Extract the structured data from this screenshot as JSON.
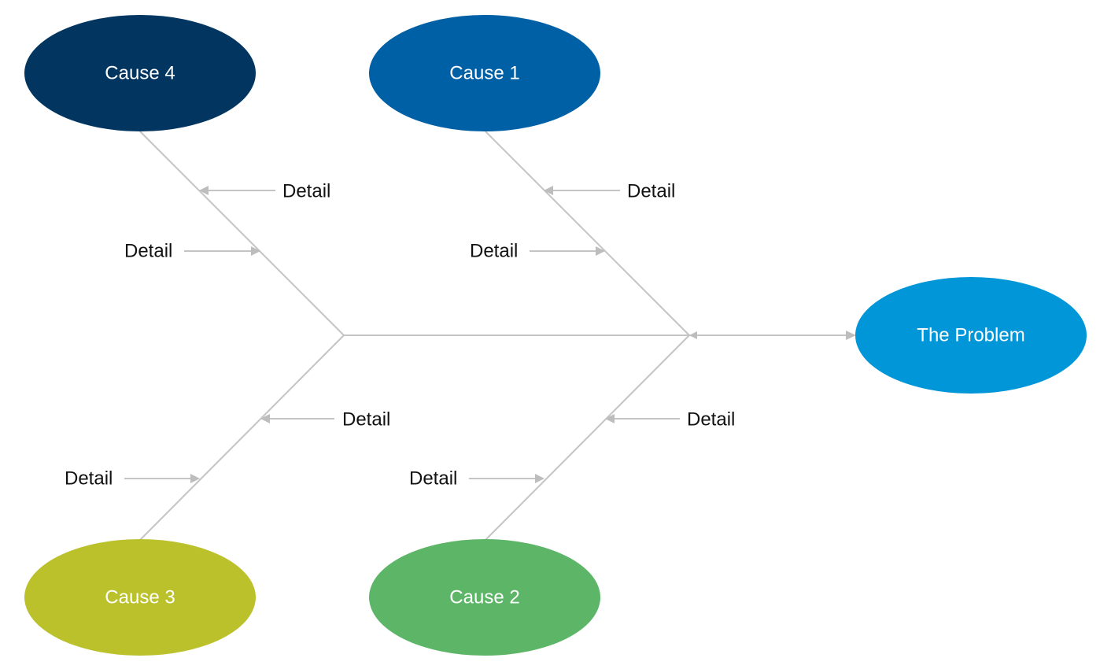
{
  "problem": {
    "label": "The Problem",
    "color": "#0096d8"
  },
  "causes": [
    {
      "label": "Cause 1",
      "color": "#0060a5"
    },
    {
      "label": "Cause 2",
      "color": "#5db667"
    },
    {
      "label": "Cause 3",
      "color": "#bbc12a"
    },
    {
      "label": "Cause 4",
      "color": "#023560"
    }
  ],
  "details": {
    "cause1_outer": "Detail",
    "cause1_inner": "Detail",
    "cause2_outer": "Detail",
    "cause2_inner": "Detail",
    "cause3_outer": "Detail",
    "cause3_inner": "Detail",
    "cause4_outer": "Detail",
    "cause4_inner": "Detail"
  },
  "line_color": "#c4c4c4"
}
